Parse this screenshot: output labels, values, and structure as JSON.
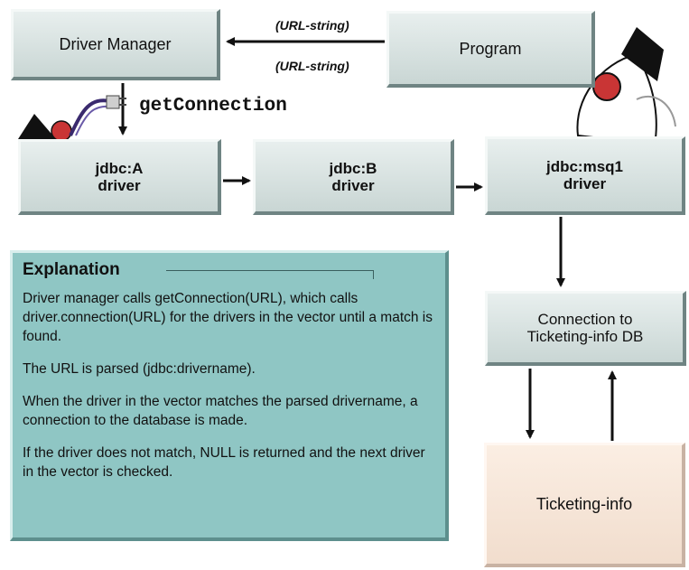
{
  "boxes": {
    "driver_manager": "Driver Manager",
    "program": "Program",
    "jdbc_a": [
      "jdbc:A",
      "driver"
    ],
    "jdbc_b": [
      "jdbc:B",
      "driver"
    ],
    "jdbc_msql": [
      "jdbc:msq1",
      "driver"
    ],
    "connection": [
      "Connection to",
      "Ticketing-info DB"
    ],
    "ticketing": "Ticketing-info"
  },
  "labels": {
    "url_top": "(URL-string)",
    "url_bottom": "(URL-string)",
    "get_connection": "getConnection"
  },
  "explanation": {
    "title": "Explanation",
    "paragraphs": [
      "Driver manager calls getConnection(URL), which calls driver.connection(URL) for the drivers in the vector until a match is found.",
      "The URL is parsed (jdbc:drivername).",
      "When the driver in the vector matches the parsed drivername, a connection to the database is made.",
      "If the driver does not match, NULL is returned and the next driver in the vector is checked."
    ]
  },
  "colors": {
    "box_fill": "#d6e1df",
    "explanation_fill": "#8fc6c4",
    "ticketing_fill": "#f6e4d6",
    "arrow": "#111111"
  },
  "icons": [
    "duke-mascot-waving",
    "duke-mascot-with-plug",
    "duke-outline-watermark"
  ]
}
